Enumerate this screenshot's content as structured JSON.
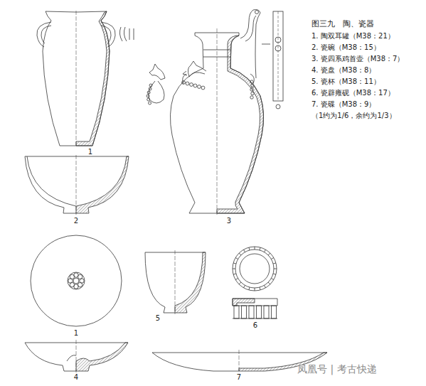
{
  "diagram": {
    "title": "图三九　陶、瓷器",
    "labels": [
      "1. 陶双耳罐（M38：21）",
      "2. 瓷碗（M38：15）",
      "3. 瓷四系鸡首壶（M38：7）",
      "4. 瓷盘（M38：8）",
      "5. 瓷杯（M38：11）",
      "6. 瓷辟雍砚（M38：17）",
      "7. 瓷碟（M38：9）",
      "（1约为1/6，余约为1/3）",
      "1",
      "2",
      "3",
      "1",
      "5",
      "6",
      "4",
      "7",
      "凤凰号 | 考古快递"
    ]
  }
}
